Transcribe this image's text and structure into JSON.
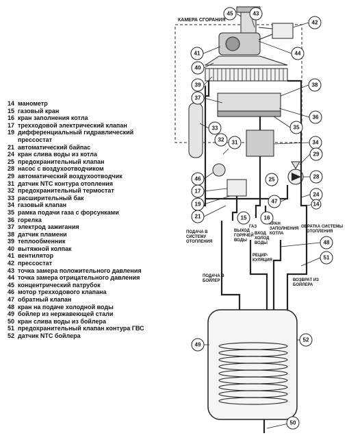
{
  "legend": [
    {
      "num": "14",
      "text": "манометр"
    },
    {
      "num": "15",
      "text": "газовый кран"
    },
    {
      "num": "16",
      "text": "кран заполнения котла"
    },
    {
      "num": "17",
      "text": "трехходовой электрический клапан"
    },
    {
      "num": "19",
      "text": "дифференциальный гидравлический\nпрессостат"
    },
    {
      "num": "21",
      "text": "автоматический байпас"
    },
    {
      "num": "24",
      "text": "кран слива воды из котла"
    },
    {
      "num": "25",
      "text": "предохранительный клапан"
    },
    {
      "num": "28",
      "text": "насос с воздухоотводчиком"
    },
    {
      "num": "29",
      "text": "автоматический воздухоотводчик"
    },
    {
      "num": "31",
      "text": "датчик NTC контура отопления"
    },
    {
      "num": "32",
      "text": "предохранительный термостат"
    },
    {
      "num": "33",
      "text": "расширительный бак"
    },
    {
      "num": "34",
      "text": "газовый клапан"
    },
    {
      "num": "35",
      "text": "рамка подачи газа с форсунками"
    },
    {
      "num": "36",
      "text": "горелка"
    },
    {
      "num": "37",
      "text": "электрод зажигания"
    },
    {
      "num": "38",
      "text": "датчик пламени"
    },
    {
      "num": "39",
      "text": "теплообменник"
    },
    {
      "num": "40",
      "text": "вытяжной колпак"
    },
    {
      "num": "41",
      "text": "вентилятор"
    },
    {
      "num": "42",
      "text": "прессостат"
    },
    {
      "num": "43",
      "text": "точка замера положительного давления"
    },
    {
      "num": "44",
      "text": "точка замера отрицательного давления"
    },
    {
      "num": "45",
      "text": "концентрический патрубок"
    },
    {
      "num": "46",
      "text": "мотор трехходового клапана"
    },
    {
      "num": "47",
      "text": "обратный клапан"
    },
    {
      "num": "48",
      "text": "кран на подаче  холодной воды"
    },
    {
      "num": "49",
      "text": "бойлер из нержавеющей стали"
    },
    {
      "num": "50",
      "text": "кран слива воды из бойлера"
    },
    {
      "num": "51",
      "text": "предохранительный клапан контура ГВС"
    },
    {
      "num": "52",
      "text": "датчик NTC бойлера"
    }
  ],
  "labels": {
    "chamber": "КАМЕРА СГОРАНИЯ",
    "gas": "ГАЗ",
    "supply_heating_1": "ПОДАЧА В",
    "supply_heating_2": "СИСТЕМУ",
    "supply_heating_3": "ОТОПЛЕНИЯ",
    "hot_out_1": "ВЫХОД",
    "hot_out_2": "ГОРЯЧЕЙ",
    "hot_out_3": "ВОДЫ",
    "cold_in_1": "ВХОД",
    "cold_in_2": "ХОЛОД",
    "cold_in_3": "ВОДЫ",
    "fill_tap_1": "КРАН",
    "fill_tap_2": "ЗАПОЛНЕНИЯ",
    "fill_tap_3": "КОТЛА",
    "return_1": "ОБРАТКА СИСТЕМЫ",
    "return_2": "ОТОПЛЕНИЯ",
    "recirc_1": "РЕЦИР-",
    "recirc_2": "КУЛЯЦИЯ",
    "boiler_supply_1": "ПОДАЧА В",
    "boiler_supply_2": "БОЙЛЕР",
    "boiler_return_1": "ВОЗВРАТ ИЗ",
    "boiler_return_2": "БОЙЛЕРА"
  },
  "callouts": {
    "c45": "45",
    "c43": "43",
    "c42": "42",
    "c41": "41",
    "c44": "44",
    "c40": "40",
    "c39": "39",
    "c38": "38",
    "c37": "37",
    "c36": "36",
    "c35": "35",
    "c33": "33",
    "c34": "34",
    "c32": "32",
    "c31": "31",
    "c29": "29",
    "c28": "28",
    "c46": "46",
    "c25": "25",
    "c17": "17",
    "c24": "24",
    "c19": "19",
    "c47": "47",
    "c14": "14",
    "c21": "21",
    "c15": "15",
    "c16": "16",
    "c48": "48",
    "c51": "51",
    "c49": "49",
    "c52": "52",
    "c50": "50"
  }
}
